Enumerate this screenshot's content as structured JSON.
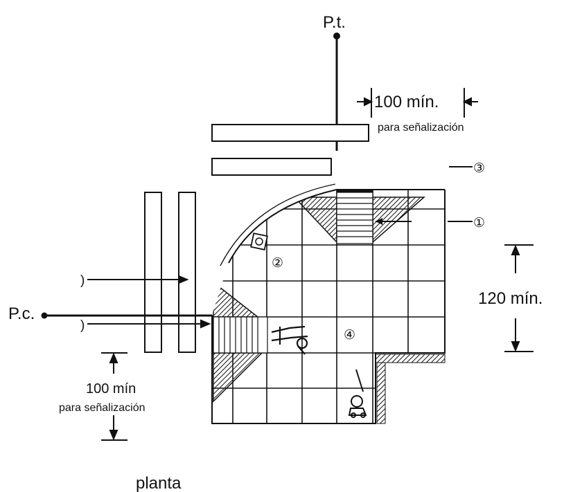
{
  "labels": {
    "pt": "P.t.",
    "pc": "P.c.",
    "dim_top_value": "100 mín.",
    "dim_top_note": "para señalización",
    "dim_right_value": "120 mín.",
    "dim_left_value": "100 mín",
    "dim_left_note": "para señalización",
    "caption": "planta",
    "ref_1": "①",
    "ref_2": "②",
    "ref_3": "③",
    "ref_4": "④",
    "ref_left_a": ")",
    "ref_left_b": ")"
  },
  "colors": {
    "line": "#111111",
    "hatch": "#333333",
    "background": "#ffffff"
  }
}
